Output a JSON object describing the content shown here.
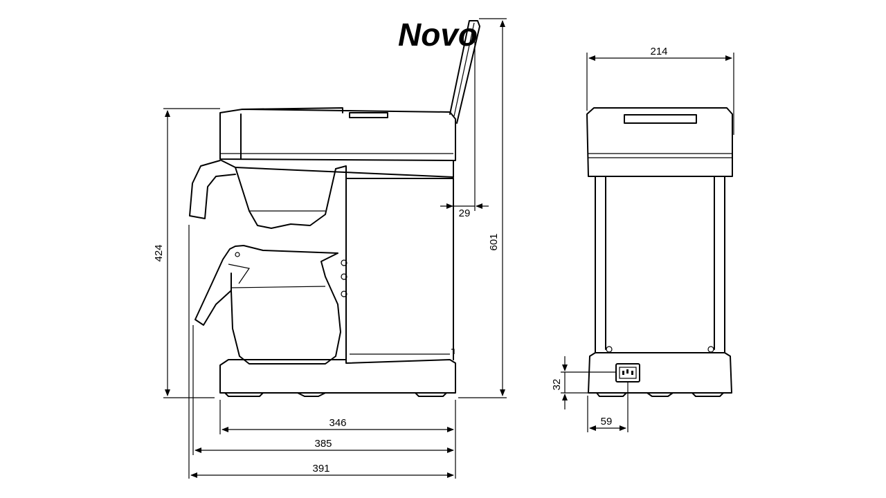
{
  "brand": "Novo",
  "dimensions": {
    "overall_height": "601",
    "body_height": "424",
    "lid_offset": "29",
    "base_width": "346",
    "width_with_handle": "385",
    "total_depth": "391",
    "front_width": "214",
    "socket_height": "32",
    "socket_offset": "59"
  },
  "colors": {
    "line": "#000000",
    "background": "#ffffff"
  }
}
